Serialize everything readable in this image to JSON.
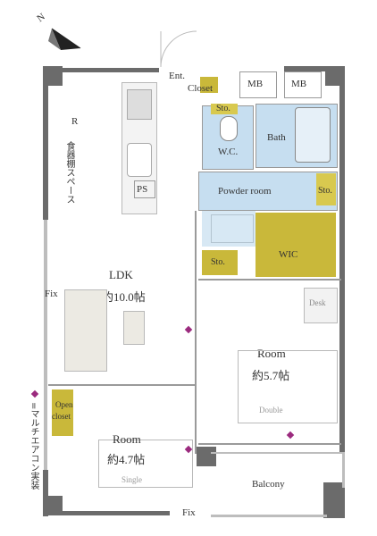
{
  "compass": {
    "label": "N"
  },
  "legend": {
    "text": "=マルチエアコン実装"
  },
  "rooms": {
    "entrance": "Ent.",
    "closet": "Closet",
    "mb1": "MB",
    "mb2": "MB",
    "sto_wc": "Sto.",
    "wc": "W.C.",
    "bath": "Bath",
    "powder": "Powder room",
    "sto_powder": "Sto.",
    "ps": "PS",
    "sto_small": "Sto.",
    "wic": "WIC",
    "ldk_name": "LDK",
    "ldk_size": "約10.0帖",
    "fix_left": "Fix",
    "room1_name": "Room",
    "room1_size": "約5.7帖",
    "room1_bed": "Double",
    "desk": "Desk",
    "open_closet_1": "Open",
    "open_closet_2": "closet",
    "room2_name": "Room",
    "room2_size": "約4.7帖",
    "room2_bed": "Single",
    "balcony": "Balcony",
    "fix_bottom": "Fix",
    "refrigerator": "R",
    "cupboard_space": "食器棚スペース"
  },
  "colors": {
    "wall": "#6b6b6b",
    "wet_area": "#c6def0",
    "storage": "#c9b83a",
    "aircon_marker": "#9b2a7e"
  }
}
